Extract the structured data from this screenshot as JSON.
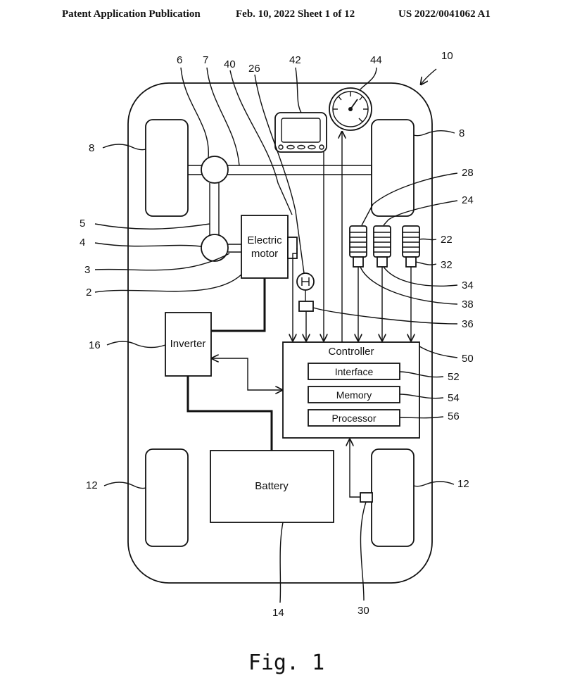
{
  "header": {
    "publication": "Patent Application Publication",
    "date_sheet": "Feb. 10, 2022  Sheet 1 of 12",
    "number": "US 2022/0041062 A1"
  },
  "figure_label": "Fig. 1",
  "components": {
    "electric_motor_line1": "Electric",
    "electric_motor_line2": "motor",
    "inverter": "Inverter",
    "controller": "Controller",
    "interface": "Interface",
    "memory": "Memory",
    "processor": "Processor",
    "battery": "Battery"
  },
  "refs": {
    "r10": "10",
    "r6": "6",
    "r7": "7",
    "r40": "40",
    "r26": "26",
    "r42": "42",
    "r44": "44",
    "r8_left": "8",
    "r8_right": "8",
    "r28": "28",
    "r24": "24",
    "r22": "22",
    "r32": "32",
    "r34": "34",
    "r38": "38",
    "r36": "36",
    "r5": "5",
    "r4": "4",
    "r3": "3",
    "r2": "2",
    "r16": "16",
    "r50": "50",
    "r52": "52",
    "r54": "54",
    "r56": "56",
    "r12_left": "12",
    "r12_right": "12",
    "r14": "14",
    "r30": "30"
  }
}
